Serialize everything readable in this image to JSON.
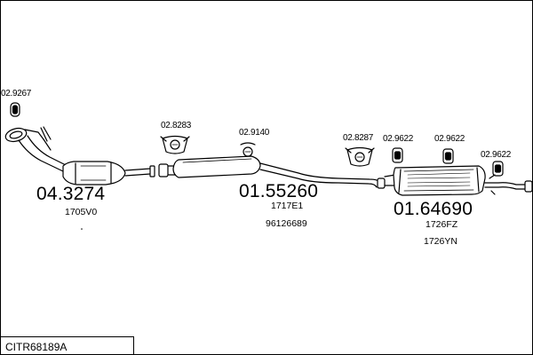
{
  "set_code": "CITR68189A",
  "parts": {
    "clamp_front": "02.9267",
    "catalyst_number": "04.3274",
    "catalyst_ref": "1705V0",
    "clamp_mid_left": "02.8283",
    "clamp_mid_right": "02.9140",
    "middle_number": "01.55260",
    "middle_ref_1": "1717E1",
    "middle_ref_2": "96126689",
    "clamp_rear_1": "02.8287",
    "clamp_rear_2": "02.9622",
    "clamp_rear_3": "02.9622",
    "clamp_rear_4": "02.9622",
    "rear_number": "01.64690",
    "rear_ref_1": "1726FZ",
    "rear_ref_2": "1726YN"
  }
}
